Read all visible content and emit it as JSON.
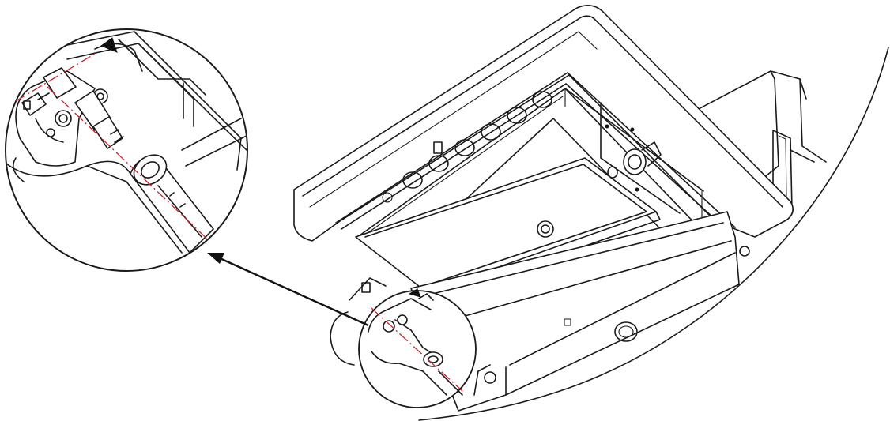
{
  "figure": {
    "colors": {
      "line": "#1a1a1a",
      "background": "#ffffff",
      "alignment_axis": "#c8202a"
    },
    "icons": [
      "magnifier-circle-callout",
      "leader-arrow",
      "rotation-arrow"
    ]
  }
}
